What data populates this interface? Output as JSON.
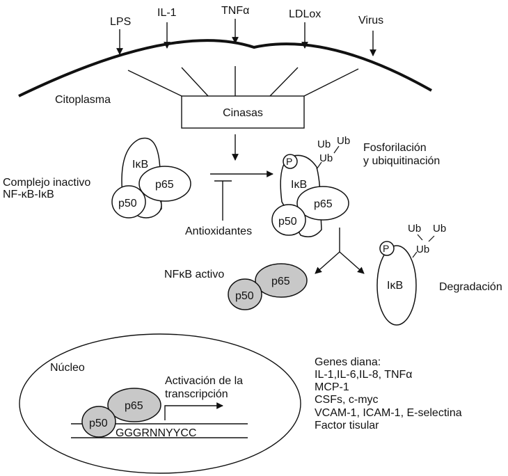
{
  "colors": {
    "stroke": "#111111",
    "active_fill": "#c8c8c8",
    "inactive_fill": "#ffffff",
    "background": "#ffffff"
  },
  "stimuli": [
    "LPS",
    "IL-1",
    "TNFα",
    "LDLox",
    "Virus"
  ],
  "labels": {
    "cytoplasm": "Citoplasma",
    "kinases": "Cinasas",
    "inactive_complex_line1": "Complejo inactivo",
    "inactive_complex_line2": "NF-κB-IκB",
    "phospho_line1": "Fosforilación",
    "phospho_line2": "y ubiquitinación",
    "antioxidants": "Antioxidantes",
    "active_nfkb": "NFκB activo",
    "degradation": "Degradación",
    "nucleus": "Núcleo",
    "transcription_line1": "Activación de la",
    "transcription_line2": "transcripción",
    "dna_sequence": "GGGRNNYYCC"
  },
  "proteins": {
    "ikb": "IκB",
    "p65": "p65",
    "p50": "p50",
    "phosphate": "P",
    "ubiquitin": "Ub"
  },
  "target_genes": {
    "title": "Genes diana:",
    "items": [
      "IL-1,IL-6,IL-8, TNFα",
      "MCP-1",
      "CSFs, c-myc",
      "VCAM-1, ICAM-1, E-selectina",
      "Factor tisular"
    ]
  }
}
